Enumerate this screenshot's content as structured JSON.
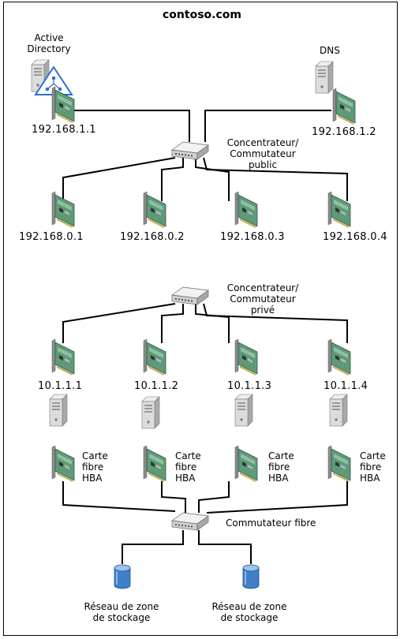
{
  "title": "contoso.com",
  "labels": {
    "active_directory": "Active\nDirectory",
    "dns": "DNS",
    "public_hub": "Concentrateur/\nCommutateur\npublic",
    "private_hub": "Concentrateur/\nCommutateur\nprivé",
    "fibre_switch": "Commutateur fibre",
    "hba": "Carte\nfibre\nHBA",
    "san": "Réseau de zone\nde stockage"
  },
  "ips": {
    "ad": "192.168.1.1",
    "dns": "192.168.1.2",
    "public": [
      "192.168.0.1",
      "192.168.0.2",
      "192.168.0.3",
      "192.168.0.4"
    ],
    "private": [
      "10.1.1.1",
      "10.1.1.2",
      "10.1.1.3",
      "10.1.1.4"
    ]
  },
  "colors": {
    "line": "#000000",
    "nic_green": "#5f9a78",
    "server_gray": "#d4d4d4",
    "storage_blue": "#3f7fc8"
  },
  "icons": [
    "server-icon",
    "network-card-icon",
    "hub-switch-icon",
    "storage-cylinder-icon",
    "active-directory-icon"
  ]
}
